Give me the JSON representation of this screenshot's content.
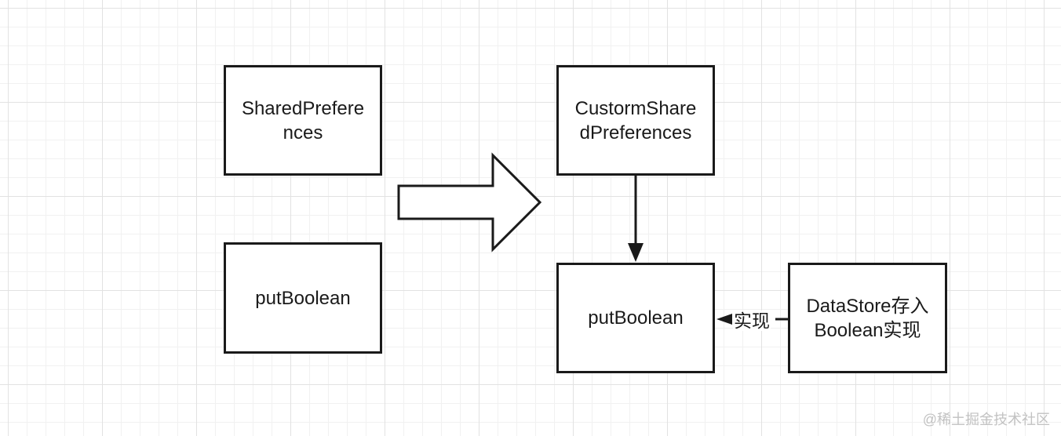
{
  "diagram": {
    "nodes": {
      "shared_preferences": "SharedPreferences",
      "put_boolean_left": "putBoolean",
      "custom_shared_preferences": "CustormSharedPreferences",
      "put_boolean_right": "putBoolean",
      "datastore": "DataStore存入Boolean实现"
    },
    "edges": {
      "implement_label": "实现"
    },
    "watermark": "@稀土掘金技术社区"
  },
  "colors": {
    "stroke": "#1a1a1a",
    "grid_major": "#e2e2e2",
    "grid_minor": "#f1f1f1",
    "watermark": "#c2c2c2"
  },
  "icons": {
    "transform_arrow": "hollow-right-arrow-icon"
  }
}
